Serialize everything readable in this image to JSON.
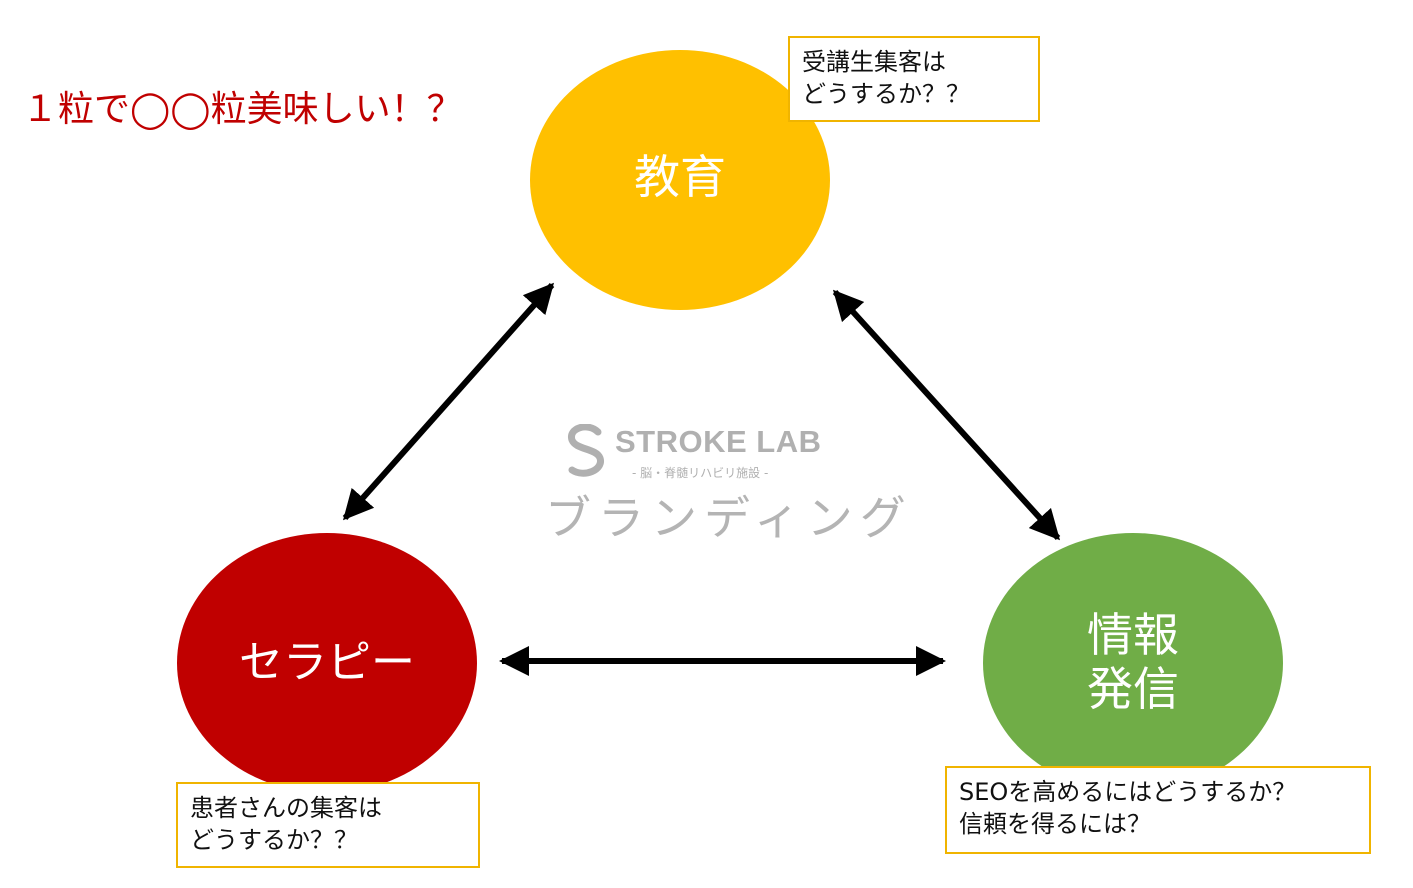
{
  "headline": "１粒で◯◯粒美味しい！？",
  "nodes": {
    "education": {
      "label": "教育",
      "color": "#ffc000"
    },
    "therapy": {
      "label": "セラピー",
      "color": "#c00000"
    },
    "information": {
      "label_line1": "情報",
      "label_line2": "発信",
      "color": "#70ad47"
    }
  },
  "notes": {
    "education": {
      "line1": "受講生集客は",
      "line2": "どうするか？？"
    },
    "therapy": {
      "line1": "患者さんの集客は",
      "line2": "どうするか？？"
    },
    "information": {
      "line1": "SEOを高めるにはどうするか？",
      "line2": "信頼を得るには？"
    }
  },
  "logo": {
    "name": "STROKE LAB",
    "tagline": "- 脳・脊髄リハビリ施設 -",
    "subtitle": "ブランディング"
  },
  "colors": {
    "headline": "#c00000",
    "arrow": "#000000",
    "note_border": "#f0b400",
    "logo_gray": "#b0b0b0"
  }
}
